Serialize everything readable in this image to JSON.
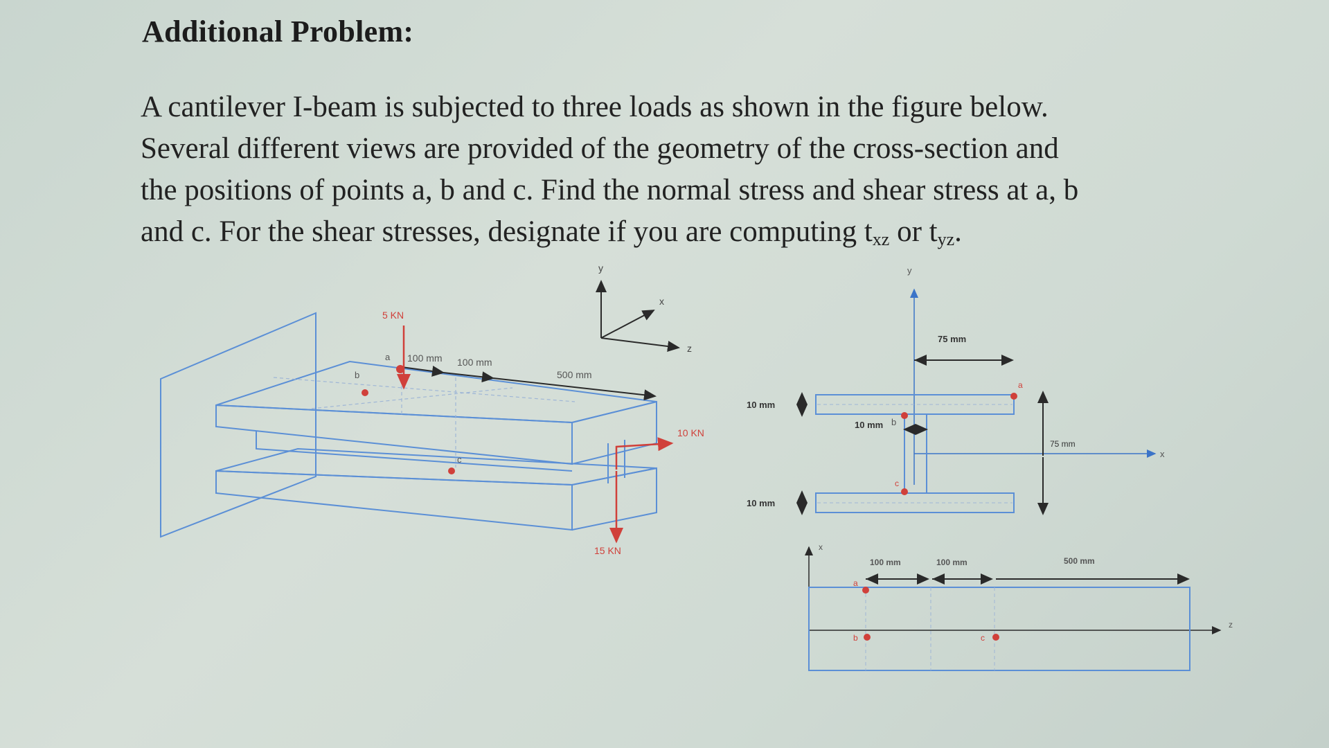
{
  "heading": "Additional Problem:",
  "paragraph": {
    "line1": "A cantilever I-beam is subjected to three loads as shown in the figure below.",
    "line2": "Several different views are provided of the geometry of the cross-section and",
    "line3": "the positions of points a, b and c. Find the normal stress and shear stress at a, b",
    "line4_pre": "and c. For the shear stresses, designate if you are computing t",
    "sub_xz": "xz",
    "line4_or": " or t",
    "sub_yz": "yz",
    "line4_end": "."
  },
  "figure_iso": {
    "load_5": "5 KN",
    "load_10": "10 KN",
    "load_15": "15 KN",
    "dim_100a": "100 mm",
    "dim_100b": "100 mm",
    "dim_500": "500 mm",
    "axis_y": "y",
    "axis_x": "x",
    "axis_z": "z",
    "pt_a": "a",
    "pt_b": "b",
    "pt_c": "c"
  },
  "figure_section": {
    "axis_y": "y",
    "axis_x": "x",
    "dim_75_top": "75 mm",
    "dim_75_side": "75 mm",
    "dim_10_flange_top": "10 mm",
    "dim_10_flange_bottom": "10 mm",
    "dim_10_web": "10 mm",
    "pt_a": "a",
    "pt_b": "b",
    "pt_c": "c"
  },
  "figure_plan": {
    "axis_x": "x",
    "axis_z": "z",
    "dim_100a": "100 mm",
    "dim_100b": "100 mm",
    "dim_500": "500 mm",
    "pt_a": "a",
    "pt_b": "b",
    "pt_c": "c"
  },
  "colors": {
    "line": "#5b8fd6",
    "load": "#d0403a",
    "text": "#222222"
  }
}
